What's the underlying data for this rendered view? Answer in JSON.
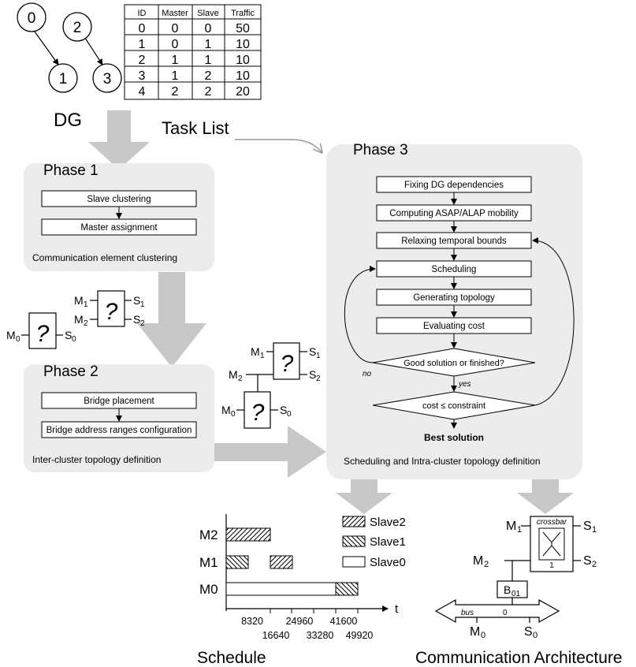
{
  "dg": {
    "label": "DG",
    "nodes": [
      "0",
      "1",
      "2",
      "3"
    ]
  },
  "task_list": {
    "label": "Task List",
    "columns": [
      "ID",
      "Master",
      "Slave",
      "Traffic"
    ],
    "rows": [
      [
        "0",
        "0",
        "0",
        "50"
      ],
      [
        "1",
        "0",
        "1",
        "10"
      ],
      [
        "2",
        "1",
        "1",
        "10"
      ],
      [
        "3",
        "1",
        "2",
        "10"
      ],
      [
        "4",
        "2",
        "2",
        "20"
      ]
    ]
  },
  "phase1": {
    "title": "Phase 1",
    "steps": [
      "Slave clustering",
      "Master assignment"
    ],
    "caption": "Communication element clustering"
  },
  "phase2": {
    "title": "Phase 2",
    "steps": [
      "Bridge placement",
      "Bridge address ranges configuration"
    ],
    "caption": "Inter-cluster topology definition"
  },
  "phase3": {
    "title": "Phase 3",
    "steps": [
      "Fixing DG dependencies",
      "Computing ASAP/ALAP mobility",
      "Relaxing temporal bounds",
      "Scheduling",
      "Generating topology",
      "Evaluating cost"
    ],
    "decision1": "Good solution or finished?",
    "decision2": "cost ≤ constraint",
    "no_label": "no",
    "yes_label": "yes",
    "result": "Best solution",
    "caption": "Scheduling and Intra-cluster topology definition"
  },
  "clusters": {
    "unknown": "?",
    "m0": "M",
    "m1": "M",
    "m2": "M",
    "s0": "S",
    "s1": "S",
    "s2": "S",
    "sub0": "0",
    "sub1": "1",
    "sub2": "2"
  },
  "schedule": {
    "label": "Schedule",
    "axis_label": "t",
    "rows": [
      "M2",
      "M1",
      "M0"
    ],
    "legend": [
      "Slave2",
      "Slave1",
      "Slave0"
    ],
    "ticks_top": [
      "8320",
      "24960",
      "41600"
    ],
    "ticks_bottom": [
      "16640",
      "33280",
      "49920"
    ]
  },
  "comm_arch": {
    "label": "Communication Architecture",
    "crossbar": "crossbar",
    "crossbar_id": "1",
    "bridge": "B",
    "bridge_sub": "01",
    "bus": "bus",
    "bus_id": "0"
  }
}
